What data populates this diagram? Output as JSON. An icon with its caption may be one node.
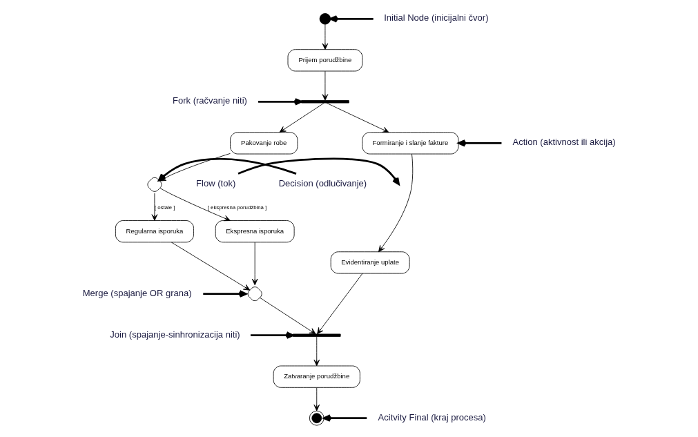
{
  "diagram": {
    "nodes": [
      {
        "text": [],
        "shape": "circle"
      },
      {
        "text": [
          "Prijem porudžbine"
        ]
      },
      {
        "text": [],
        "shape": "bar"
      },
      {
        "text": [
          "Pakovanje robe"
        ]
      },
      {
        "text": [
          "Formiranje i slanje fakture"
        ]
      },
      {
        "text": [],
        "shape": "diamond"
      },
      {
        "text": [
          "Ekspresna isporuka"
        ]
      },
      {
        "text": [
          "Regularna isporuka"
        ]
      },
      {
        "text": [],
        "shape": "diamond"
      },
      {
        "text": [
          "Evidentiranje uplate"
        ]
      },
      {
        "text": [],
        "shape": "bar"
      },
      {
        "text": [
          "Zatvaranje porudžbine"
        ]
      },
      {
        "text": [],
        "shape": "bullseye"
      },
      {
        "text": [
          "Initial Node (inicijalni čvor)"
        ]
      },
      {
        "text": [
          "Fork (račvanje niti)"
        ]
      },
      {
        "text": [
          "Action (aktivnost ili akcija)"
        ]
      },
      {
        "text": [
          "Decision (odlučivanje)"
        ]
      },
      {
        "text": [
          "Flow (tok)"
        ]
      },
      {
        "text": [
          "Merge (spajanje OR grana)"
        ]
      },
      {
        "text": [
          "Join (spajanje-sinhronizacija niti)"
        ]
      },
      {
        "text": [
          "Acitvity Final (kraj procesa)"
        ]
      }
    ],
    "edges": [
      {
        "from": 0,
        "to": 1,
        "arrow": "to"
      },
      {
        "from": 1,
        "to": 2,
        "arrow": "to"
      },
      {
        "from": 2,
        "to": 3,
        "arrow": "to"
      },
      {
        "from": 2,
        "to": 4,
        "arrow": "to"
      },
      {
        "from": 3,
        "to": 5,
        "arrow": "to"
      },
      {
        "from": 5,
        "to": 6,
        "arrow": "to",
        "label": "[ ekspresna porudžbina ]"
      },
      {
        "from": 5,
        "to": 7,
        "arrow": "to",
        "label": "[ ostale ]"
      },
      {
        "from": 6,
        "to": 8,
        "arrow": "to"
      },
      {
        "from": 7,
        "to": 8,
        "arrow": "to"
      },
      {
        "from": 4,
        "to": 9,
        "arrow": "to"
      },
      {
        "from": 8,
        "to": 10,
        "arrow": "to"
      },
      {
        "from": 9,
        "to": 10,
        "arrow": "to"
      },
      {
        "from": 10,
        "to": 11,
        "arrow": "to"
      },
      {
        "from": 11,
        "to": 12,
        "arrow": "to"
      },
      {
        "from": 13,
        "to": 0,
        "arrow": "to",
        "style": "thick"
      },
      {
        "from": 14,
        "to": 2,
        "arrow": "to",
        "style": "thick"
      },
      {
        "from": 15,
        "to": 4,
        "arrow": "to",
        "style": "thick"
      },
      {
        "from": 16,
        "to": 5,
        "arrow": "to",
        "style": "thick"
      },
      {
        "from": 17,
        "to": null,
        "arrow": "to",
        "style": "thick"
      },
      {
        "from": 18,
        "to": 8,
        "arrow": "to",
        "style": "thick"
      },
      {
        "from": 19,
        "to": 10,
        "arrow": "to",
        "style": "thick"
      },
      {
        "from": 20,
        "to": 12,
        "arrow": "to",
        "style": "thick"
      }
    ]
  }
}
